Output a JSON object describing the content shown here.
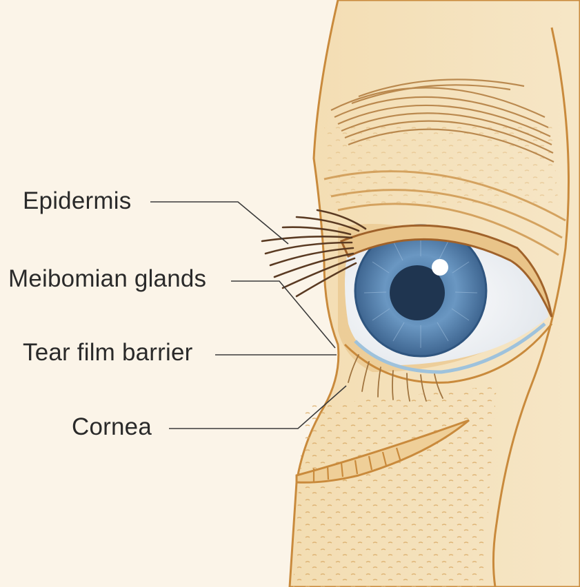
{
  "labels": [
    {
      "text": "Epidermis"
    },
    {
      "text": "Meibomian glands"
    },
    {
      "text": "Tear film barrier"
    },
    {
      "text": "Cornea"
    }
  ],
  "colors": {
    "background": "#fbf4e8",
    "skin": "#f1d9ad",
    "skin_shadow": "#e2b572",
    "outline": "#c98a3c",
    "iris": "#5b86b3",
    "pupil": "#1f3550",
    "sclera": "#f4f3ef",
    "tear_line": "#9ec2dc",
    "lashes": "#5a3a22",
    "leader_line": "#3a3a3a",
    "label_text": "#2a2a2a"
  }
}
